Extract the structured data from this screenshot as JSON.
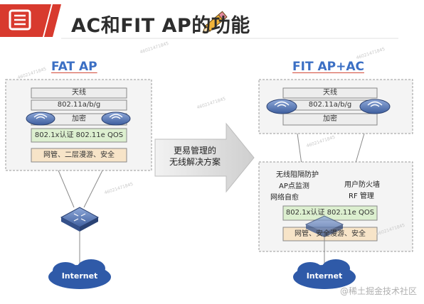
{
  "title": "AC和FIT AP的功能",
  "fat": {
    "heading": "FAT AP",
    "layers": [
      "天线",
      "802.11a/b/g",
      "加密",
      "802.1x认证 802.11e QOS",
      "网管、二层漫游、安全"
    ],
    "cloud": "Internet"
  },
  "fit": {
    "heading": "FIT AP+AC",
    "ap_layers": [
      "天线",
      "802.11a/b/g",
      "加密"
    ],
    "ac_features": [
      "无线阻隔防护",
      "AP点监测",
      "网络自愈",
      "用户防火墙",
      "RF 管理"
    ],
    "ac_layers": [
      "802.1x认证 802.11e QOS",
      "网管、安全漫游、安全"
    ],
    "cloud": "Internet"
  },
  "arrow_text": [
    "更易管理的",
    "无线解决方案"
  ],
  "watermark": "46021471845",
  "footer": "@稀土掘金技术社区",
  "colors": {
    "accent_red": "#d83a2e",
    "heading_blue": "#3b6fc4",
    "green_layer": "#dcefcf",
    "orange_layer": "#f7e4c8",
    "gray_layer": "#ededed",
    "panel": "#f4f4f4",
    "device_blue": "#4d6fb0",
    "cloud_blue": "#2f5aa8"
  },
  "icons": [
    "list-icon",
    "pencil-icon"
  ]
}
